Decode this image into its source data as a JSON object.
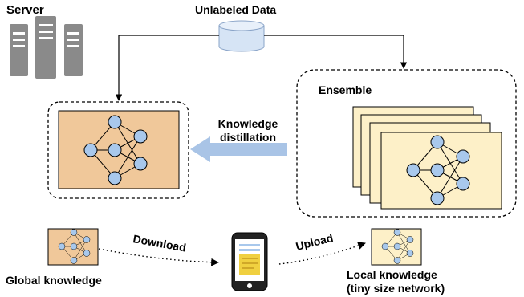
{
  "labels": {
    "server": "Server",
    "unlabeled_data": "Unlabeled Data",
    "ensemble": "Ensemble",
    "knowledge_distillation_line1": "Knowledge",
    "knowledge_distillation_line2": "distillation",
    "download": "Download",
    "upload": "Upload",
    "global_knowledge": "Global knowledge",
    "local_knowledge_line1": "Local knowledge",
    "local_knowledge_line2": "(tiny size network)"
  },
  "colors": {
    "global_model_fill": "#f0c89a",
    "local_model_fill": "#fdf0c8",
    "node_fill": "#a8c8ec",
    "distill_arrow": "#a9c4e6",
    "database": "#d6e4f5",
    "server": "#8a8a8a"
  }
}
